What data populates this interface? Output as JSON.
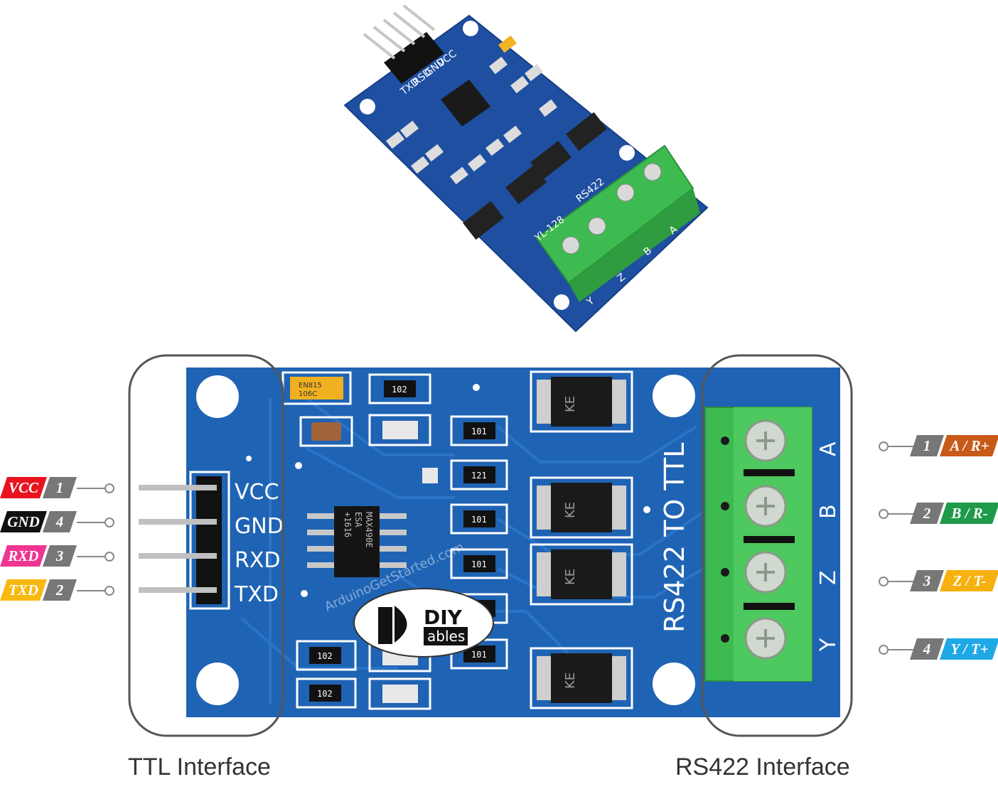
{
  "photo": {
    "silkscreen_pins": [
      "VCC",
      "GND",
      "RSD",
      "TXD"
    ],
    "silkscreen_model": "YL-128",
    "silkscreen_rs": "RS422",
    "terminal_letters": [
      "Y",
      "Z",
      "B",
      "A"
    ]
  },
  "board": {
    "pin_labels": [
      "VCC",
      "GND",
      "RXD",
      "TXD"
    ],
    "title": "RS422 TO TTL",
    "terminal_letters": [
      "A",
      "B",
      "Z",
      "Y"
    ],
    "chip_text": [
      "MAX490E",
      "ESA",
      "+1616"
    ],
    "resistor_codes": [
      "102",
      "101",
      "121",
      "101",
      "101",
      "101",
      "101",
      "102",
      "102"
    ],
    "diode_codes": [
      "KE",
      "KE",
      "KE",
      "KE"
    ],
    "cap_codes": [
      "EN815",
      "106C"
    ],
    "watermark": "ArduinoGetStarted.com",
    "logo": {
      "line1": "DIY",
      "line2": "ables"
    }
  },
  "left_pins": [
    {
      "name": "VCC",
      "num": "1",
      "color": "#e8131f",
      "text_color": "#ffffff"
    },
    {
      "name": "GND",
      "num": "4",
      "color": "#111111",
      "text_color": "#ffffff"
    },
    {
      "name": "RXD",
      "num": "3",
      "color": "#ef3592",
      "text_color": "#ffffff"
    },
    {
      "name": "TXD",
      "num": "2",
      "color": "#f8b80f",
      "text_color": "#ffffff"
    }
  ],
  "right_pins": [
    {
      "num": "1",
      "name": "A / R+",
      "color": "#c85a17",
      "text_color": "#ffffff"
    },
    {
      "num": "2",
      "name": "B / R-",
      "color": "#1e9a4a",
      "text_color": "#ffffff"
    },
    {
      "num": "3",
      "name": "Z / T-",
      "color": "#f6b10c",
      "text_color": "#ffffff"
    },
    {
      "num": "4",
      "name": "Y / T+",
      "color": "#1fa8e6",
      "text_color": "#ffffff"
    }
  ],
  "captions": {
    "ttl": "TTL Interface",
    "rs422": "RS422 Interface"
  },
  "colors": {
    "pcb_blue": "#1f63b4",
    "pcb_trace": "#2a6fc0",
    "terminal_green": "#3dbb50",
    "outline": "#555555"
  }
}
